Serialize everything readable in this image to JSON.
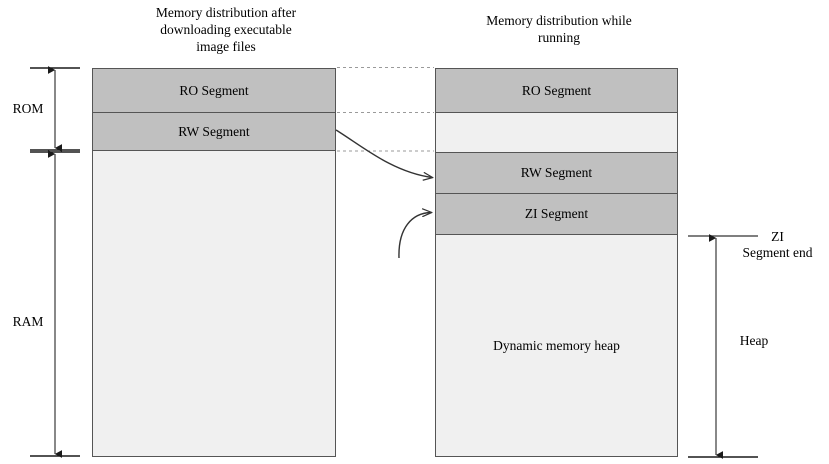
{
  "diagram": {
    "title_left": "Memory distribution after\ndownloading executable\nimage files",
    "title_right": "Memory distribution while\nrunning",
    "brackets": {
      "rom": "ROM",
      "ram": "RAM",
      "zi_segment_end": "ZI\nSegment end",
      "heap": "Heap"
    },
    "left_block": {
      "segments": [
        {
          "label": "RO Segment",
          "fill": "#c0c0c0"
        },
        {
          "label": "RW Segment",
          "fill": "#c0c0c0"
        },
        {
          "label": "",
          "fill": "#f0f0f0"
        }
      ]
    },
    "right_block": {
      "segments": [
        {
          "label": "RO Segment",
          "fill": "#c0c0c0"
        },
        {
          "label": "",
          "fill": "#f0f0f0"
        },
        {
          "label": "RW Segment",
          "fill": "#c0c0c0"
        },
        {
          "label": "ZI Segment",
          "fill": "#c0c0c0"
        },
        {
          "label": "Dynamic memory heap",
          "fill": "#f0f0f0"
        }
      ]
    },
    "colors": {
      "segment_gray": "#c0c0c0",
      "segment_light": "#f0f0f0",
      "border": "#555555",
      "connector": "#999999",
      "arrow": "#333333"
    }
  }
}
